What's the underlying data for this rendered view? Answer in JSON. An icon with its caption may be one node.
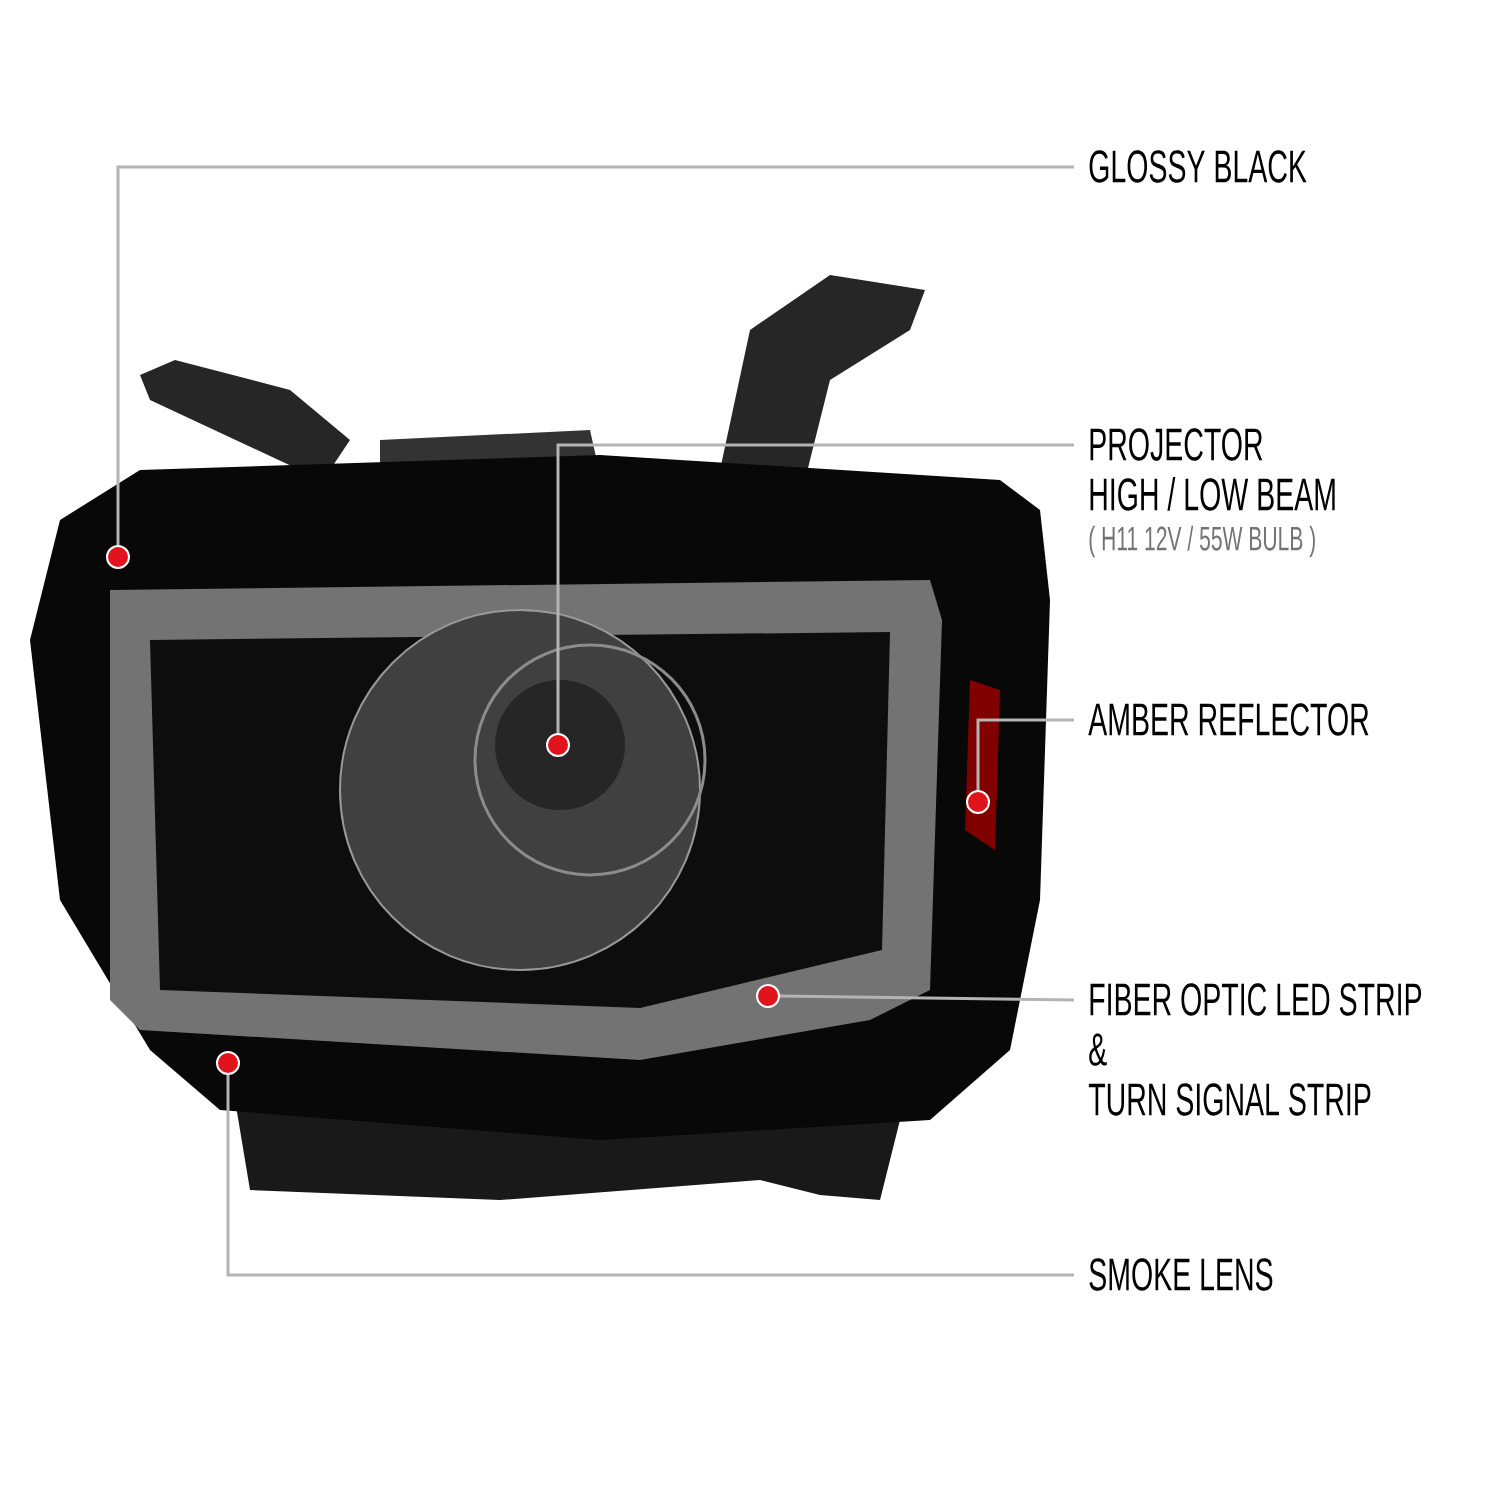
{
  "diagram": {
    "nodes": [
      {
        "text": [
          "GLOSSY BLACK"
        ]
      },
      {
        "text": [
          "PROJECTOR HIGH / LOW BEAM",
          "( H11 12V / 55W BULB )"
        ]
      },
      {
        "text": [
          "AMBER REFLECTOR"
        ]
      },
      {
        "text": [
          "FIBER OPTIC LED STRIP & TURN SIGNAL STRIP"
        ]
      },
      {
        "text": [
          "SMOKE LENS"
        ]
      },
      {
        "text": [],
        "shape": "circle"
      },
      {
        "text": [],
        "shape": "circle"
      },
      {
        "text": [],
        "shape": "circle"
      },
      {
        "text": [],
        "shape": "circle"
      },
      {
        "text": [],
        "shape": "circle"
      }
    ],
    "edges": [
      {
        "from": 0,
        "to": 5,
        "arrow": "none"
      },
      {
        "from": 1,
        "to": 6,
        "arrow": "none"
      },
      {
        "from": 2,
        "to": 7,
        "arrow": "none"
      },
      {
        "from": 3,
        "to": 8,
        "arrow": "none"
      },
      {
        "from": 4,
        "to": 9,
        "arrow": "none"
      }
    ]
  }
}
